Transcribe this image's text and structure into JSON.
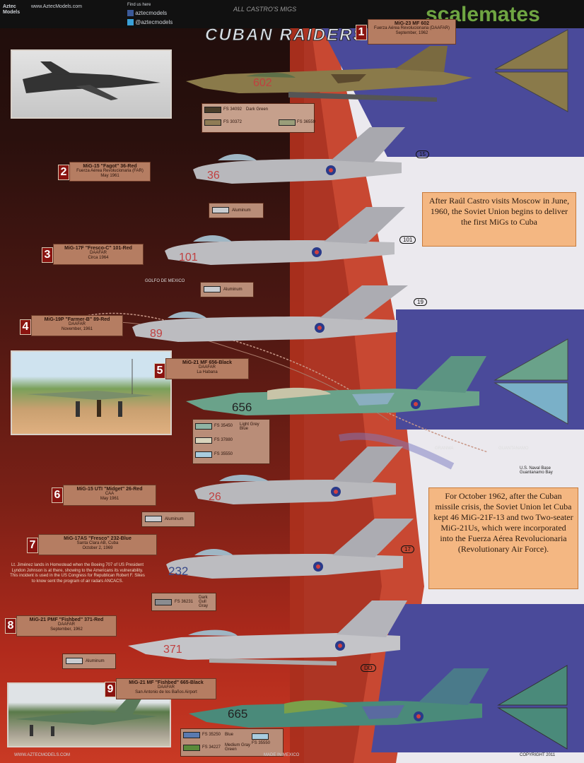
{
  "header": {
    "brand_small": "www.AztecModels.com",
    "brand_logo": "Aztec Models",
    "find_us": "Find us here",
    "social_1": "aztecmodels",
    "social_2": "@aztecmodels",
    "series_title": "ALL CASTRO'S MIGS",
    "main_title": "CUBAN RAIDERS",
    "watermark": "scalemates"
  },
  "colors": {
    "accent_red": "#8a1410",
    "caption_bg": "#b57d62",
    "note_bg": "#f4b782",
    "panel_blue": "#4a4a9a",
    "watermark": "#7ab648"
  },
  "profiles": [
    {
      "num": "1",
      "title": "MiG-23 MF 602",
      "line2": "Fuerza Aérea Revolucionaria (DAAFAR)",
      "line3": "September, 1962",
      "code": "602",
      "swatches": [
        {
          "fs": "FS 34092",
          "note": "Dark Green"
        },
        {
          "fs": "FS 30372",
          "note": ""
        },
        {
          "fs": "FS 36559",
          "note": ""
        }
      ]
    },
    {
      "num": "2",
      "title": "MiG-15 \"Fagot\" 36-Red",
      "line2": "Fuerza Aérea Revolucionaria (FAR)",
      "line3": "May 1961",
      "code": "36",
      "tag": "15",
      "paint": "Aluminum"
    },
    {
      "num": "3",
      "title": "MiG-17F \"Fresco-C\" 101-Red",
      "line2": "DAAFAR",
      "line3": "Circa 1964",
      "code": "101",
      "tag": "101",
      "paint": "Aluminum"
    },
    {
      "num": "4",
      "title": "MiG-19P \"Farmer-B\" 89-Red",
      "line2": "DAAFAR",
      "line3": "November, 1961",
      "code": "89",
      "tag": "19"
    },
    {
      "num": "5",
      "title": "MiG-21 MF 656-Black",
      "line2": "DAAFAR",
      "line3": "La Habana",
      "code": "656",
      "swatches": [
        {
          "fs": "FS 35450",
          "note": "Light Grey Blue"
        },
        {
          "fs": "FS 37880",
          "note": ""
        },
        {
          "fs": "FS 35550",
          "note": ""
        }
      ]
    },
    {
      "num": "6",
      "title": "MiG-15 UTI \"Midget\" 26-Red",
      "line2": "CAA",
      "line3": "May 1961",
      "code": "26",
      "paint": "Aluminum"
    },
    {
      "num": "7",
      "title": "MiG-17AS \"Fresco\" 232-Blue",
      "line2": "Santa Clara AB, Cuba",
      "line3": "October 2, 1969",
      "code": "232",
      "tag": "17",
      "swatches": [
        {
          "fs": "FS 36231",
          "note": "Dark Gull Gray"
        }
      ]
    },
    {
      "num": "8",
      "title": "MiG-21 PMF \"Fishbed\" 371-Red",
      "line2": "DAAFAR",
      "line3": "September, 1962",
      "code": "371",
      "tag": "DD",
      "paint": "Aluminum"
    },
    {
      "num": "9",
      "title": "MiG-21 MF \"Fishbed\" 665-Black",
      "line2": "DAAFAR",
      "line3": "San Antonio de los Baños Airport",
      "code": "665",
      "swatches": [
        {
          "fs": "FS 35250",
          "note": "Blue"
        },
        {
          "fs": "FS 34227",
          "note": "Medium Gray Green"
        },
        {
          "fs": "FS 35550",
          "note": ""
        }
      ]
    }
  ],
  "notes": {
    "note1": "After Raúl Castro visits Moscow in June, 1960, the Soviet Union begins to deliver the first MiGs to Cuba",
    "note2": "For October 1962, after the Cuban missile crisis, the Soviet Union let Cuba kept 46 MiG-21F-13 and two Two-seater MiG-21Us, which were incorporated into the Fuerza Aérea Revolucionaria (Revolutionary Air Force).",
    "side_story": "Lt. Jiménez lands in Homestead when the Boeing 707 of US President Lyndon Johnson is at there, showing to the Americans its vulnerability. This incident is used in the US Congress for Republican Robert F. Sikes to know sent the program of air radars ANCACS."
  },
  "map_labels": {
    "map1": "GOLFO DE MEXICO",
    "map2": "GUANTANAMO",
    "map3": "U.S. Naval Base Guantanamo Bay",
    "map4": "GRANMA"
  },
  "footer": {
    "left": "WWW.AZTECMODELS.COM",
    "center": "MADE IN MEXICO",
    "right": "COPYRIGHT 2011"
  }
}
